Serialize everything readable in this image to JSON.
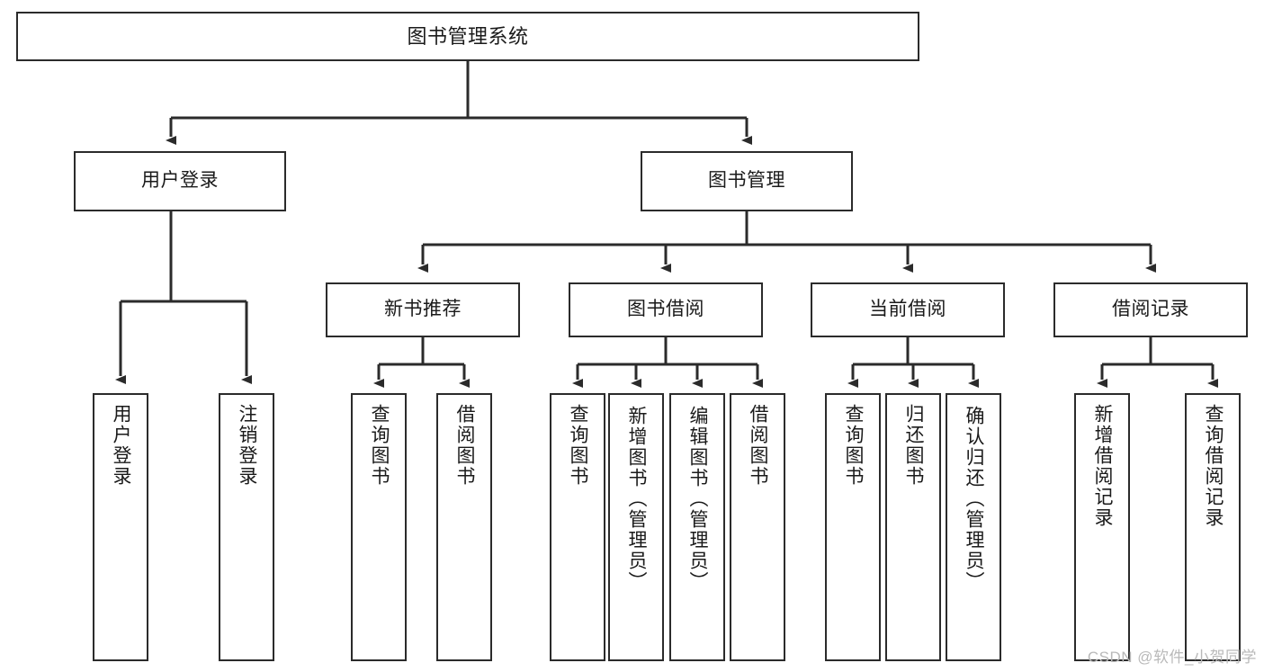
{
  "diagram": {
    "title": "图书管理系统",
    "type": "功能结构图",
    "watermark": "CSDN @软件_小贺同学",
    "colors": {
      "box_border": "#2b2b2b",
      "box_fill": "#ffffff",
      "connector": "#2b2b2b",
      "text": "#1a1a1a",
      "watermark": "#b9b9b9"
    },
    "levels": {
      "root": {
        "label": "图书管理系统"
      },
      "level2": [
        {
          "id": "user-login",
          "label": "用户登录"
        },
        {
          "id": "book-manage",
          "label": "图书管理"
        }
      ],
      "level3": [
        {
          "id": "new-book-recommend",
          "label": "新书推荐",
          "parent": "book-manage"
        },
        {
          "id": "book-borrow",
          "label": "图书借阅",
          "parent": "book-manage"
        },
        {
          "id": "current-borrow",
          "label": "当前借阅",
          "parent": "book-manage"
        },
        {
          "id": "borrow-record",
          "label": "借阅记录",
          "parent": "book-manage"
        }
      ],
      "leaves": [
        {
          "id": "leaf-user-login",
          "label": "用户登录",
          "parent": "user-login"
        },
        {
          "id": "leaf-logout",
          "label": "注销登录",
          "parent": "user-login"
        },
        {
          "id": "leaf-query-book-1",
          "label": "查询图书",
          "parent": "new-book-recommend"
        },
        {
          "id": "leaf-borrow-book-1",
          "label": "借阅图书",
          "parent": "new-book-recommend"
        },
        {
          "id": "leaf-query-book-2",
          "label": "查询图书",
          "parent": "book-borrow"
        },
        {
          "id": "leaf-add-book",
          "label": "新增图书（管理员）",
          "parent": "book-borrow"
        },
        {
          "id": "leaf-edit-book",
          "label": "编辑图书（管理员）",
          "parent": "book-borrow"
        },
        {
          "id": "leaf-borrow-book-2",
          "label": "借阅图书",
          "parent": "book-borrow"
        },
        {
          "id": "leaf-query-book-3",
          "label": "查询图书",
          "parent": "current-borrow"
        },
        {
          "id": "leaf-return-book",
          "label": "归还图书",
          "parent": "current-borrow"
        },
        {
          "id": "leaf-confirm-return",
          "label": "确认归还（管理员）",
          "parent": "current-borrow"
        },
        {
          "id": "leaf-add-record",
          "label": "新增借阅记录",
          "parent": "borrow-record"
        },
        {
          "id": "leaf-query-record",
          "label": "查询借阅记录",
          "parent": "borrow-record"
        }
      ]
    }
  }
}
